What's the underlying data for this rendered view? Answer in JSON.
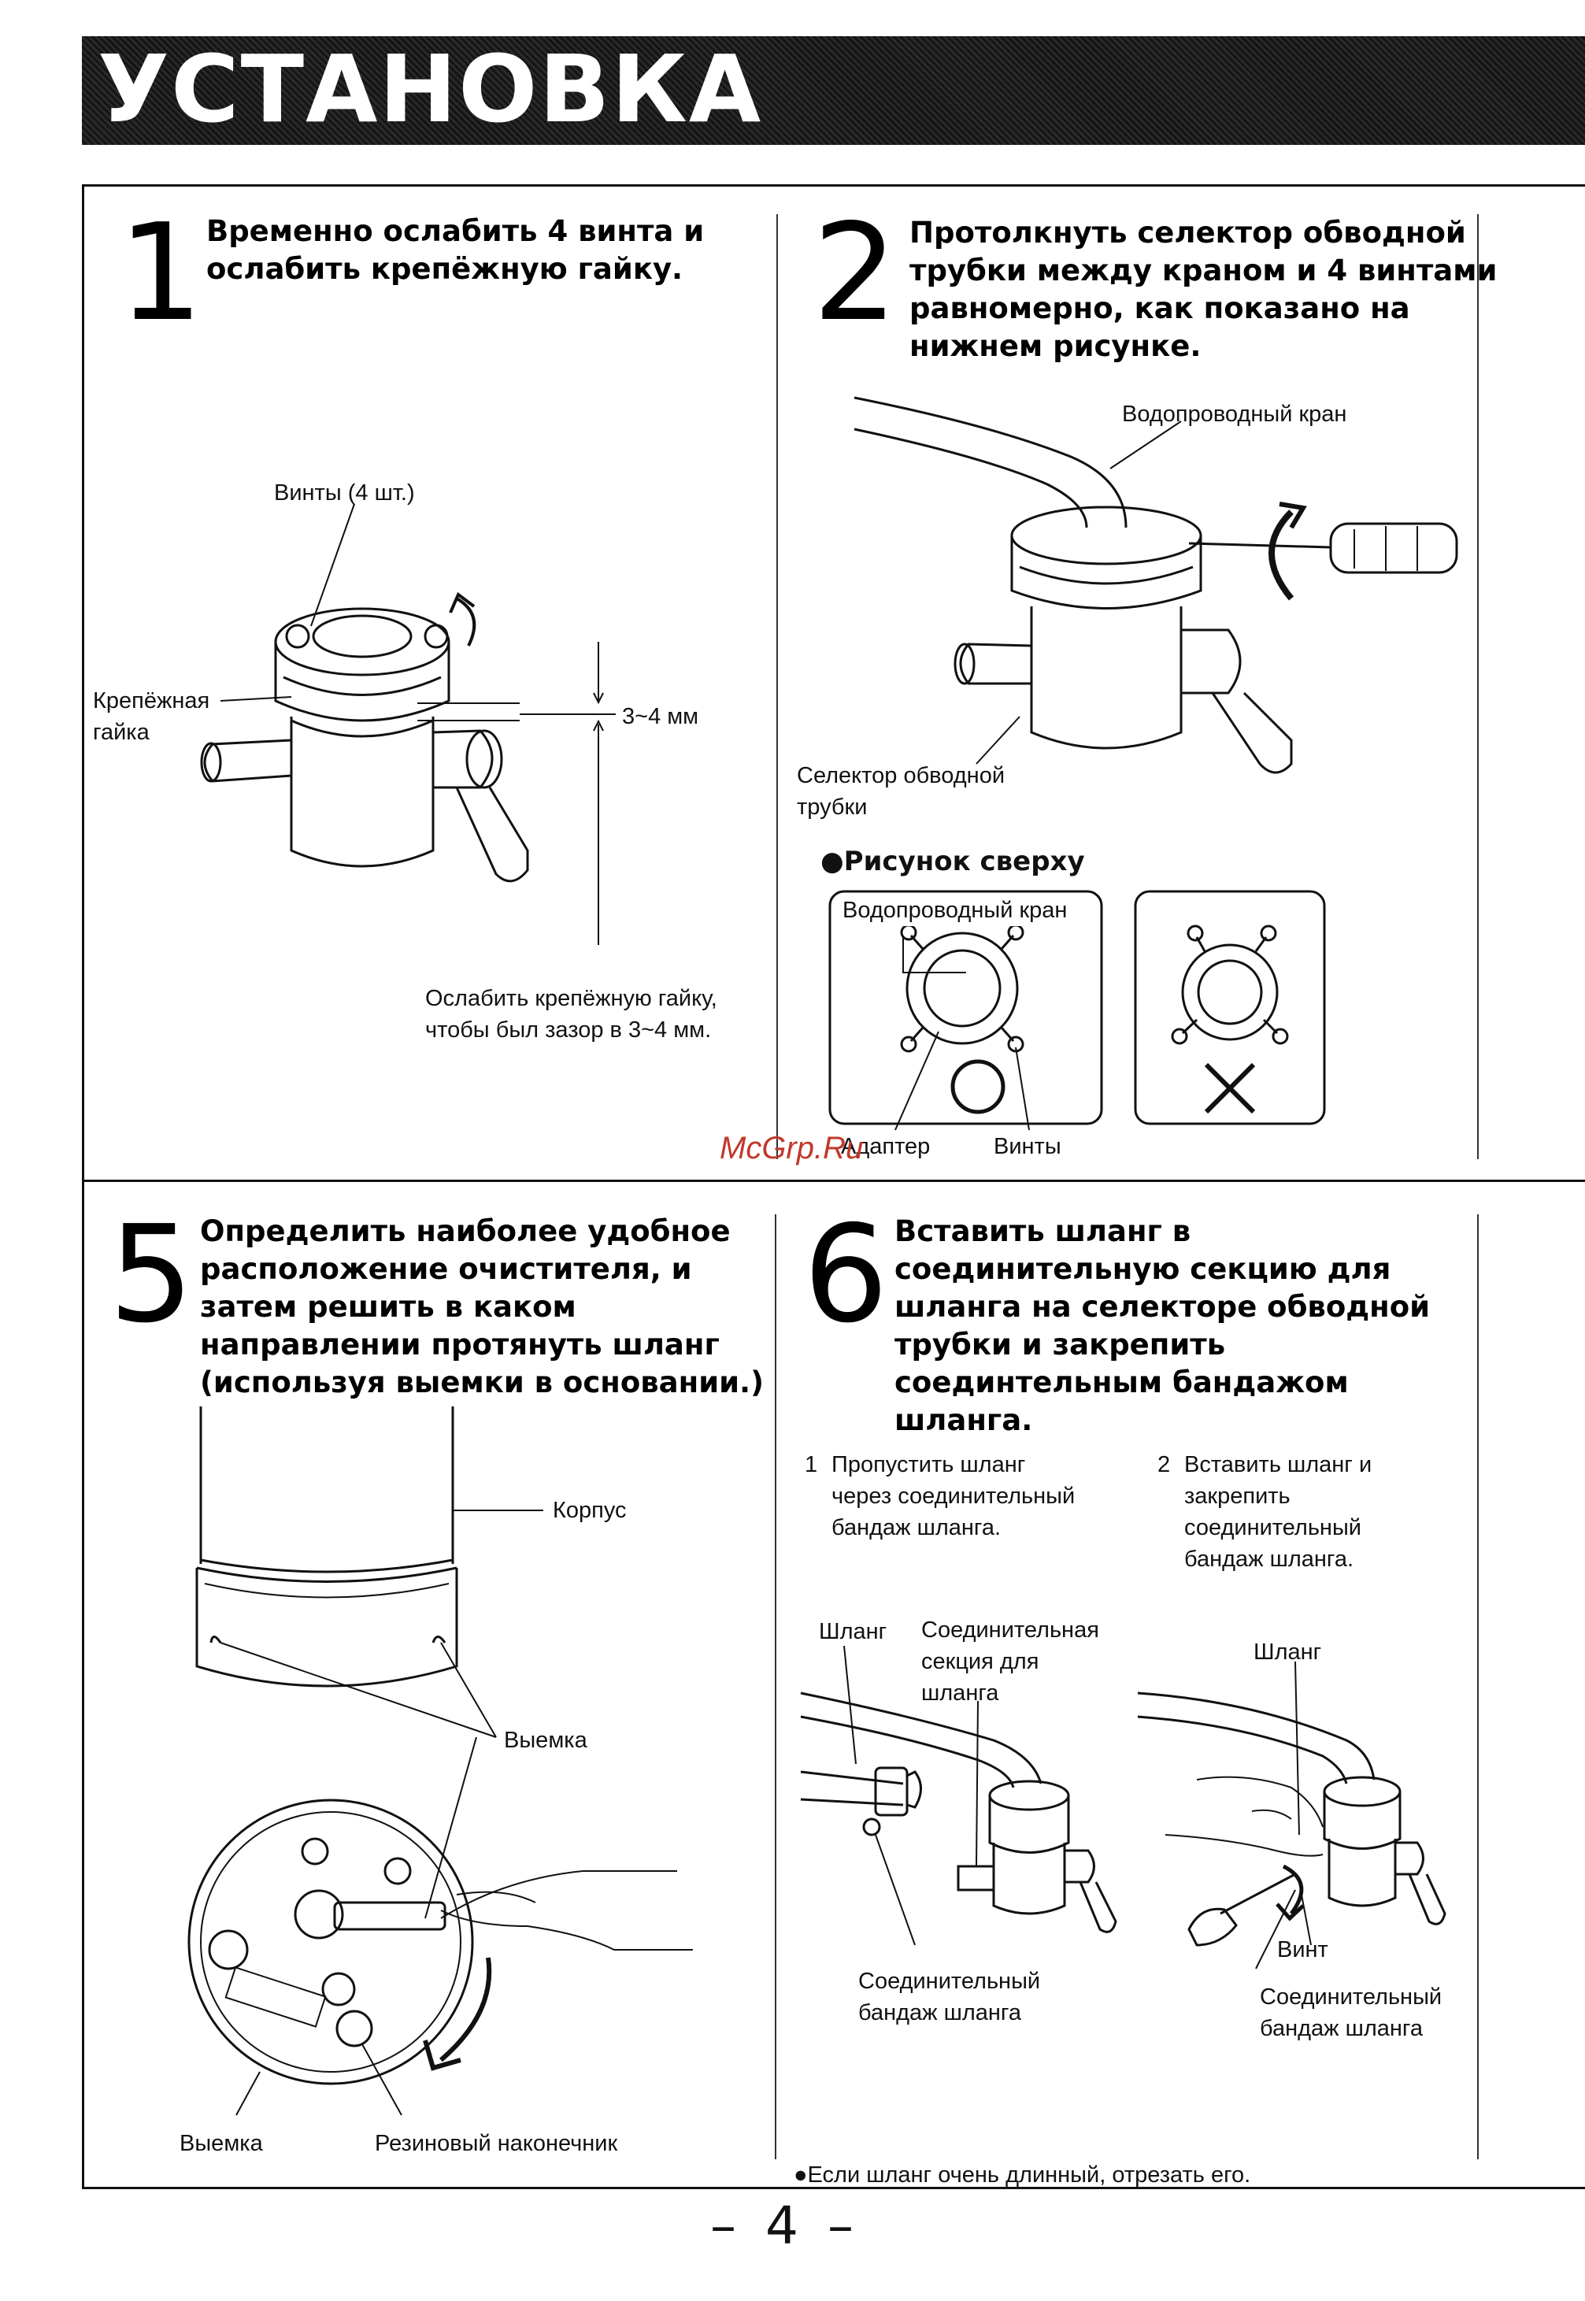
{
  "header": {
    "title": "УСТАНОВКА"
  },
  "step1": {
    "number": "1",
    "text": "Временно ослабить 4 винта и\nослабить крепёжную гайку.",
    "labels": {
      "screws": "Винты (4 шт.)",
      "nut": "Крепёжная\nгайка",
      "gap": "3~4 мм",
      "note": "Ослабить крепёжную гайку,\nчтобы был зазор в 3~4 мм."
    }
  },
  "step2": {
    "number": "2",
    "text": "Протолкнуть селектор обводной\nтрубки между краном и 4 винтами\nравномерно, как показано на\nнижнем рисунке.",
    "labels": {
      "faucet": "Водопроводный кран",
      "selector": "Селектор обводной\nтрубки",
      "top_view": "Рисунок сверху",
      "inner_faucet": "Водопроводный кран",
      "adapter": "Адаптер",
      "screws": "Винты"
    }
  },
  "step5": {
    "number": "5",
    "text": "Определить наиболее удобное\nрасположение очистителя, и\nзатем решить в каком\nнаправлении протянуть шланг\n(используя выемки в основании.)",
    "labels": {
      "body": "Корпус",
      "notch": "Выемка",
      "notch_bottom": "Выемка",
      "rubber_tip": "Резиновый наконечник"
    }
  },
  "step6": {
    "number": "6",
    "text": "Вставить шланг в\nсоединительную секцию для\nшланга на селекторе обводной\nтрубки и закрепить\nсоединтельным бандажом\nшланга.",
    "sub1_num": "1",
    "sub1": "Пропустить шланг\nчерез соединительный\nбандаж шланга.",
    "sub2_num": "2",
    "sub2": "Вставить шланг и\nзакрепить\nсоединительный\nбандаж шланга.",
    "labels": {
      "hose1": "Шланг",
      "section": "Соединительная\nсекция для\nшланга",
      "band1": "Соединительный\nбандаж шланга",
      "hose2": "Шланг",
      "screw": "Винт",
      "band2": "Соединительный\nбандаж шланга"
    },
    "note": "Если шланг очень длинный, отрезать его."
  },
  "watermark": "McGrp.Ru",
  "page_number": "– 4 –"
}
